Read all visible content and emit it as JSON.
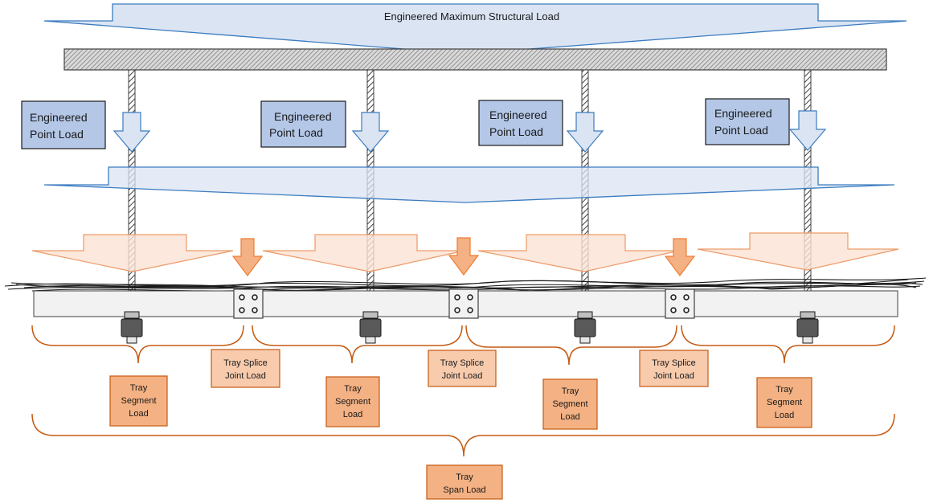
{
  "diagram": {
    "top_arrow_label": "Engineered Maximum Structural Load",
    "point_load_label": [
      "Engineered",
      "Point Load"
    ],
    "splice_label": [
      "Tray Splice",
      "Joint Load"
    ],
    "segment_label": [
      "Tray",
      "Segment",
      "Load"
    ],
    "span_label": [
      "Tray",
      "Span Load"
    ]
  },
  "colors": {
    "blue_fill": "#dbe4f3",
    "blue_stroke": "#3b7cc0",
    "label_blue": "#b4c7e7",
    "orange_fill": "#fbe2d3",
    "orange_stroke": "#ed9a68",
    "orange_solid": "#f4b183",
    "bracket": "#c55a11",
    "beam_hatch": "#7f7f7f",
    "tray_fill": "#f2f2f2"
  }
}
